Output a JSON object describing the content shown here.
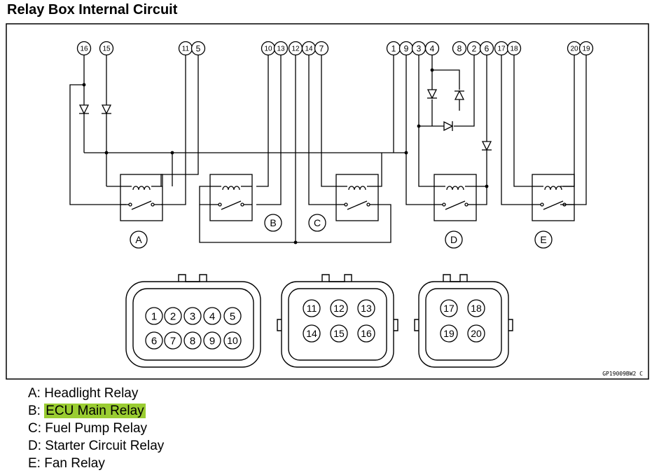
{
  "title": "Relay Box Internal Circuit",
  "figure_code": "GP19009BW2 C",
  "terminals_top": [
    "16",
    "15",
    "11",
    "5",
    "10",
    "13",
    "12",
    "14",
    "7",
    "1",
    "9",
    "3",
    "4",
    "8",
    "2",
    "6",
    "17",
    "18",
    "20",
    "19"
  ],
  "relay_labels": [
    "A",
    "B",
    "C",
    "D",
    "E"
  ],
  "connectors": [
    {
      "pins": [
        "1",
        "2",
        "3",
        "4",
        "5",
        "6",
        "7",
        "8",
        "9",
        "10"
      ]
    },
    {
      "pins": [
        "11",
        "12",
        "13",
        "14",
        "15",
        "16"
      ]
    },
    {
      "pins": [
        "17",
        "18",
        "19",
        "20"
      ]
    }
  ],
  "legend": [
    {
      "key": "A:",
      "text": "Headlight Relay"
    },
    {
      "key": "B:",
      "text": "ECU Main Relay",
      "highlight_color": "#9acd32"
    },
    {
      "key": "C:",
      "text": "Fuel Pump Relay"
    },
    {
      "key": "D:",
      "text": "Starter Circuit Relay"
    },
    {
      "key": "E:",
      "text": "Fan Relay"
    }
  ]
}
